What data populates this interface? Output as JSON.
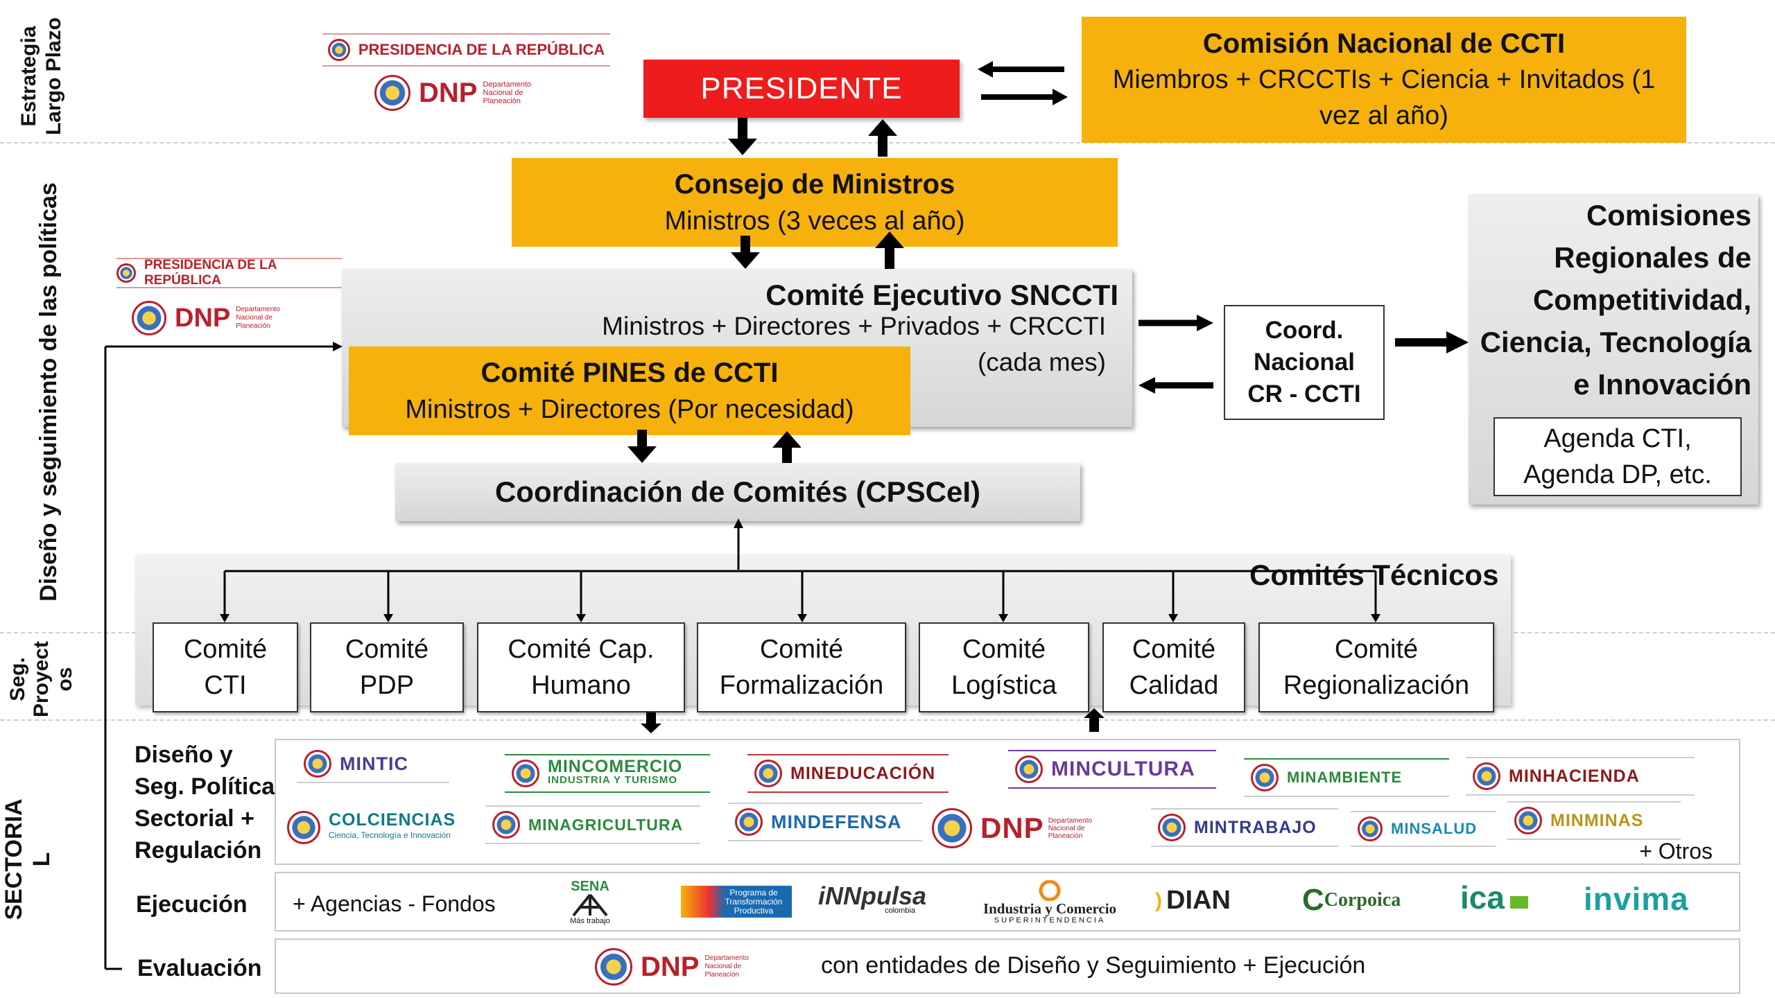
{
  "side_labels": {
    "estrategia": "Estrategia Largo Plazo",
    "diseno": "Diseño y seguimiento de las políticas",
    "seg": "Seg. Proyect os",
    "sectorial": "SECTORIA L"
  },
  "logos": {
    "presidencia": "PRESIDENCIA DE LA REPÚBLICA",
    "dnp": "DNP",
    "dnp_sub": "Departamento Nacional de Planeación"
  },
  "presidente": "PRESIDENTE",
  "comision": {
    "title": "Comisión Nacional de CCTI",
    "body": "Miembros + CRCCTIs + Ciencia + Invitados (1 vez al año)"
  },
  "consejo": {
    "title": "Consejo de Ministros",
    "body": "Ministros (3 veces al año)"
  },
  "ejecutivo": {
    "title": "Comité Ejecutivo SNCCTI",
    "body1": "Ministros + Directores + Privados + CRCCTI",
    "body2": "(cada mes)"
  },
  "pines": {
    "title": "Comité PINES de CCTI",
    "body": "Ministros + Directores (Por necesidad)"
  },
  "coord_nacional": [
    "Coord.",
    "Nacional",
    "CR - CCTI"
  ],
  "regionales": {
    "title": "Comisiones Regionales de Competitividad, Ciencia, Tecnología e Innovación",
    "agenda": "Agenda CTI, Agenda DP, etc."
  },
  "coord_comites": "Coordinación de Comités (CPSCeI)",
  "comites_tecnicos": "Comités Técnicos",
  "committees": [
    {
      "l1": "Comité",
      "l2": "CTI"
    },
    {
      "l1": "Comité",
      "l2": "PDP"
    },
    {
      "l1": "Comité Cap.",
      "l2": "Humano"
    },
    {
      "l1": "Comité",
      "l2": "Formalización"
    },
    {
      "l1": "Comité",
      "l2": "Logística"
    },
    {
      "l1": "Comité",
      "l2": "Calidad"
    },
    {
      "l1": "Comité",
      "l2": "Regionalización"
    }
  ],
  "row_labels": {
    "diseno": [
      "Diseño y",
      "Seg. Política",
      "Sectorial +",
      "Regulación"
    ],
    "ejecucion": "Ejecución",
    "evaluacion": "Evaluación"
  },
  "ministries": {
    "row1": [
      "MINTIC",
      "MINCOMERCIO",
      "MINEDUCACIÓN",
      "MINCULTURA",
      "MINAMBIENTE",
      "MINHACIENDA"
    ],
    "mincomercio_sub": "INDUSTRIA Y TURISMO",
    "row2": [
      "COLCIENCIAS",
      "MINAGRICULTURA",
      "MINDEFENSA",
      "DNP",
      "MINTRABAJO",
      "MINSALUD",
      "MINMINAS"
    ],
    "colciencias_sub": "Ciencia, Tecnología e Innovación",
    "otros": "+ Otros"
  },
  "ejecucion": {
    "text": "+ Agencias - Fondos",
    "sena": "SENA",
    "sena_sub": "Más trabajo",
    "ptp": "Programa de Transformación Productiva",
    "innpulsa": "iNNpulsa",
    "innpulsa_sub": "colombia",
    "sic": "Industria y Comercio",
    "sic_sub": "SUPERINTENDENCIA",
    "dian": "DIAN",
    "corpoica": "Corpoica",
    "ica": "ica",
    "invima": "invima"
  },
  "evaluacion_text": "con  entidades de Diseño y Seguimiento + Ejecución",
  "colors": {
    "orange": "#f6b10c",
    "red": "#ee1c1c",
    "grey": "#dcdcdc"
  }
}
